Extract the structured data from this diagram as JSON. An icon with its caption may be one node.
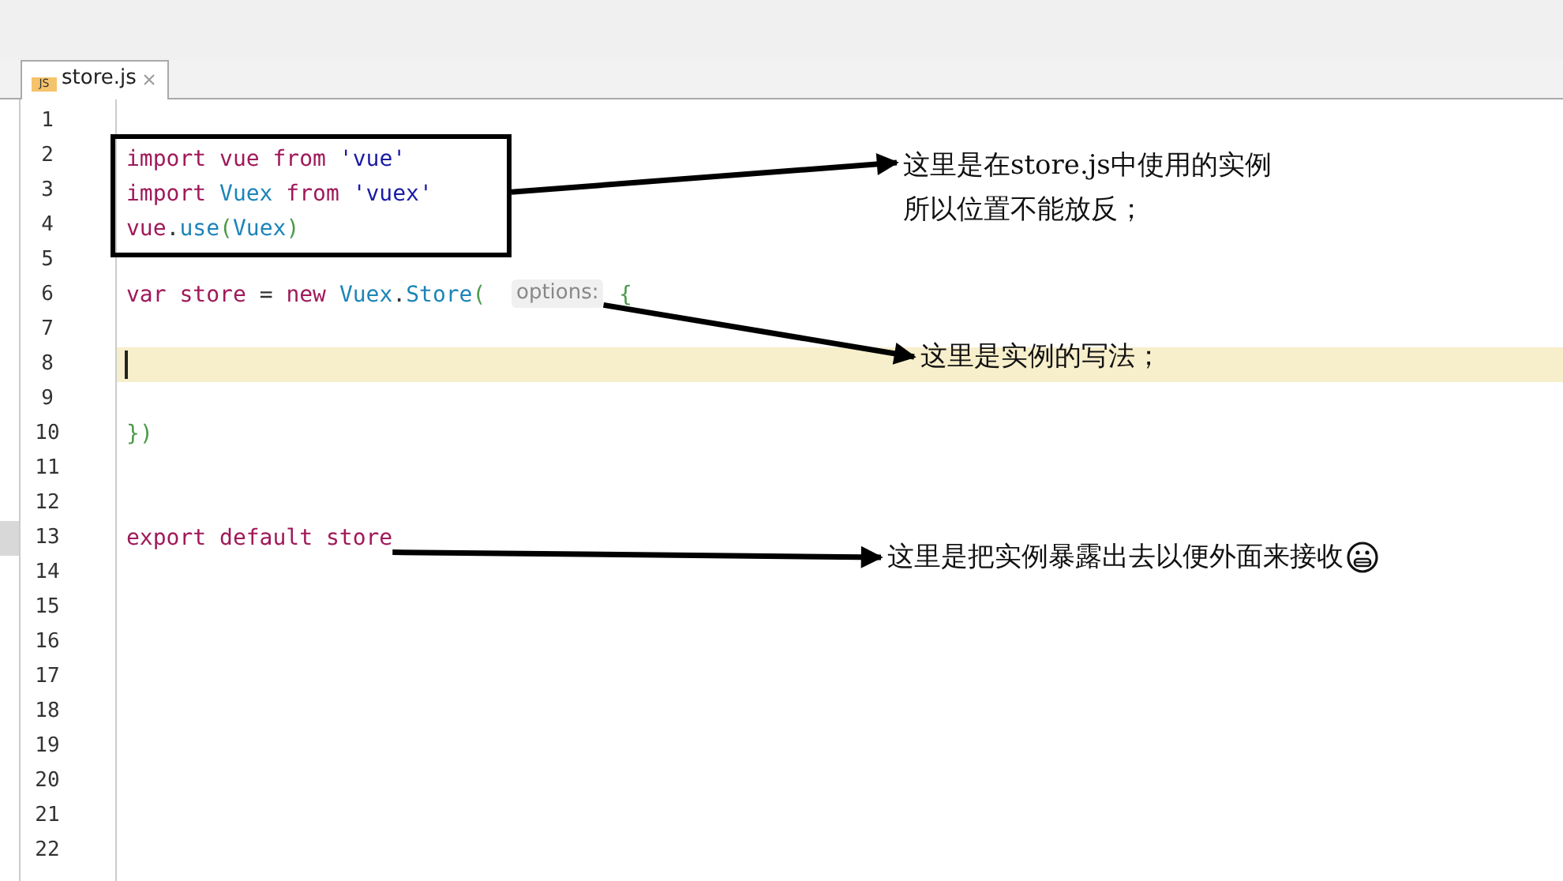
{
  "diagram": {
    "nodes": [
      {
        "text": [
          "import vue from 'vue'",
          "import Vuex from 'vuex'",
          "vue.use(Vuex)"
        ]
      },
      {
        "text": [
          "这里是在store.js中使用的实例",
          "所以位置不能放反；"
        ]
      },
      {
        "text": [
          "options:"
        ]
      },
      {
        "text": [
          "这里是实例的写法；"
        ]
      },
      {
        "text": [
          "export default store"
        ]
      },
      {
        "text": [
          "这里是把实例暴露出去以便外面来接收"
        ]
      }
    ],
    "edges": [
      {
        "from": 0,
        "to": 1,
        "arrow": "to"
      },
      {
        "from": 2,
        "to": 3,
        "arrow": "to"
      },
      {
        "from": 4,
        "to": 5,
        "arrow": "to"
      }
    ],
    "labels": [
      "JS",
      "store.js",
      "1",
      "2",
      "3",
      "4",
      "5",
      "6",
      "7",
      "8",
      "9",
      "10",
      "11",
      "12",
      "13",
      "14",
      "15",
      "16",
      "17",
      "18",
      "19",
      "20",
      "21",
      "22",
      "var store = new Vuex.Store(",
      "{",
      "})"
    ]
  }
}
